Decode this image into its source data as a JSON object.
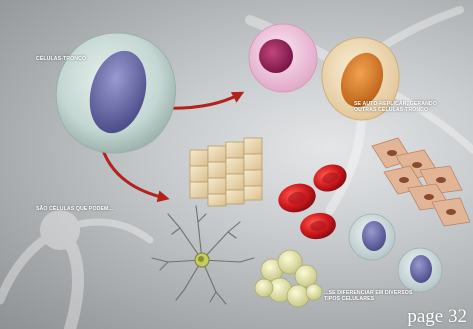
{
  "labels": {
    "stem_cells": "CÉLULAS-TRONCO",
    "can_be": "SÃO CÉLULAS QUE PODEM...",
    "self_renew_line1": "SE AUTO-REPLICAR, GERANDO",
    "self_renew_line2": "OUTRAS CÉLULAS-TRONCO",
    "differentiate_line1": "...SE DIFERENCIAR EM DIVERSOS",
    "differentiate_line2": "TIPOS CELULARES"
  },
  "page_label": "page 32",
  "colors": {
    "arrow": "#b3221c",
    "nucleus": "#6b6ba8",
    "cytoplasm": "#c9dcd8",
    "red_cell": "#c8151b"
  }
}
